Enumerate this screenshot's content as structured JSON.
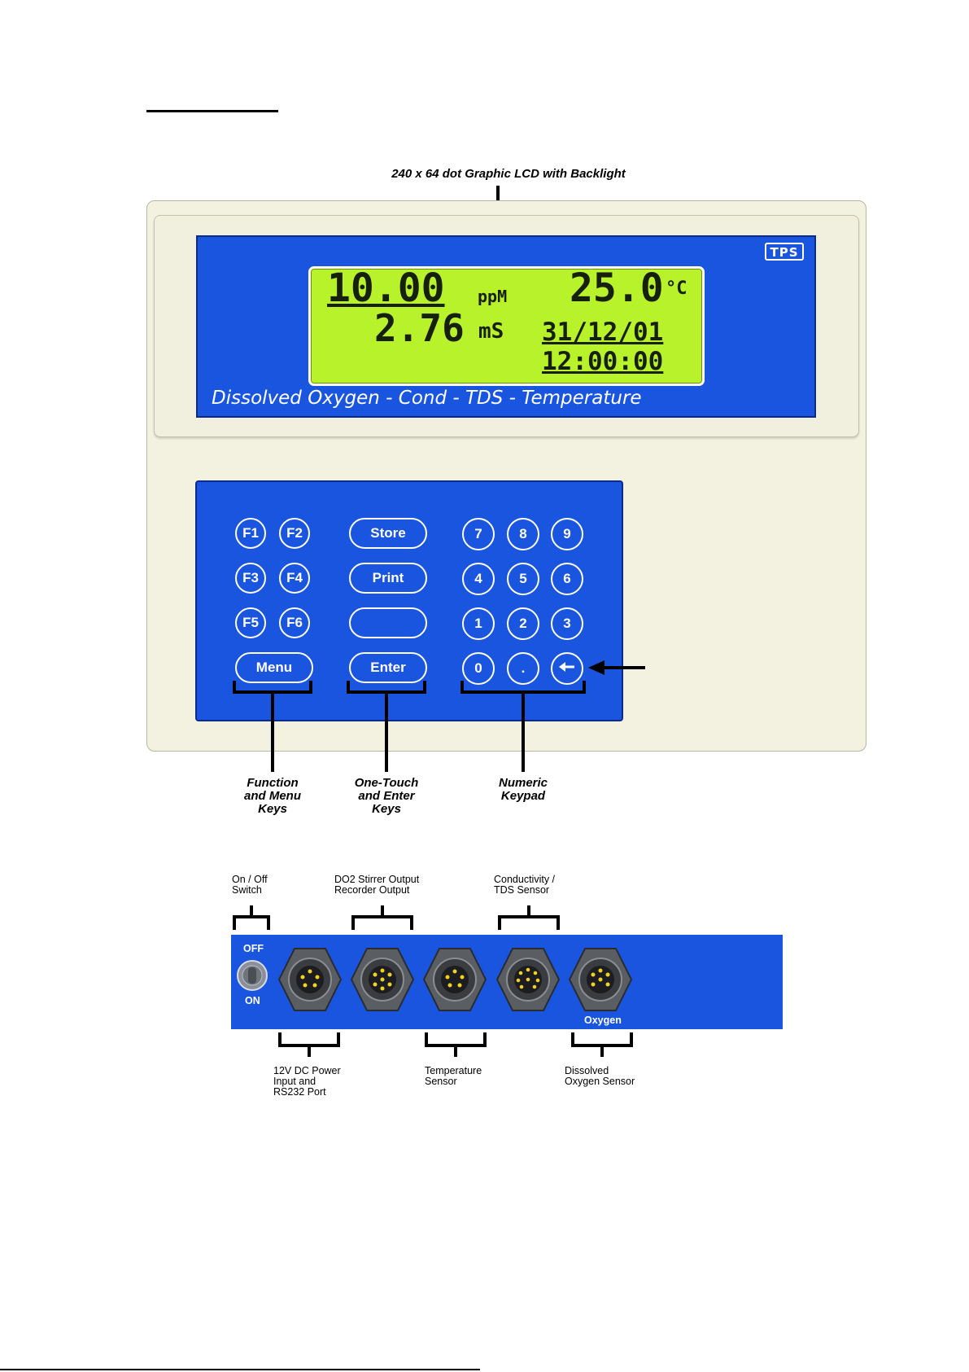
{
  "lcd_callout": "240 x 64 dot Graphic LCD with Backlight",
  "brand": "TPS",
  "lcd": {
    "do_value": "10.00",
    "do_unit": "ppM",
    "temperature": "25.0",
    "temperature_unit": "°C",
    "conductivity": "2.76",
    "conductivity_unit": "mS",
    "date": "31/12/01",
    "time": "12:00:00"
  },
  "panel_caption": "Dissolved Oxygen - Cond - TDS - Temperature",
  "keys": {
    "function": [
      "F1",
      "F2",
      "F3",
      "F4",
      "F5",
      "F6"
    ],
    "menu": "Menu",
    "store": "Store",
    "print": "Print",
    "one_touch": "",
    "enter": "Enter",
    "numeric": [
      "7",
      "8",
      "9",
      "4",
      "5",
      "6",
      "1",
      "2",
      "3",
      "0",
      "."
    ],
    "backspace_icon": "left-arrow-icon"
  },
  "key_callouts": {
    "function_menu": "Function\nand Menu\nKeys",
    "one_touch_enter": "One-Touch\nand Enter\nKeys",
    "numeric_keypad": "Numeric\nKeypad"
  },
  "rear_panel": {
    "switch_off": "OFF",
    "switch_on": "ON",
    "oxygen_label": "Oxygen",
    "labels_top": {
      "on_off": "On / Off\nSwitch",
      "stirrer_recorder": "DO2 Stirrer Output\nRecorder Output",
      "conductivity_tds": "Conductivity /\nTDS Sensor"
    },
    "labels_bottom": {
      "power_rs232": "12V DC Power\nInput and\nRS232 Port",
      "temperature": "Temperature\nSensor",
      "dissolved_oxygen": "Dissolved\nOxygen Sensor"
    }
  },
  "colors": {
    "panel_blue": "#1a55e0",
    "lcd_green": "#b8f22a",
    "case_beige": "#f3f1e0",
    "connector_pin": "#f2d21b"
  }
}
